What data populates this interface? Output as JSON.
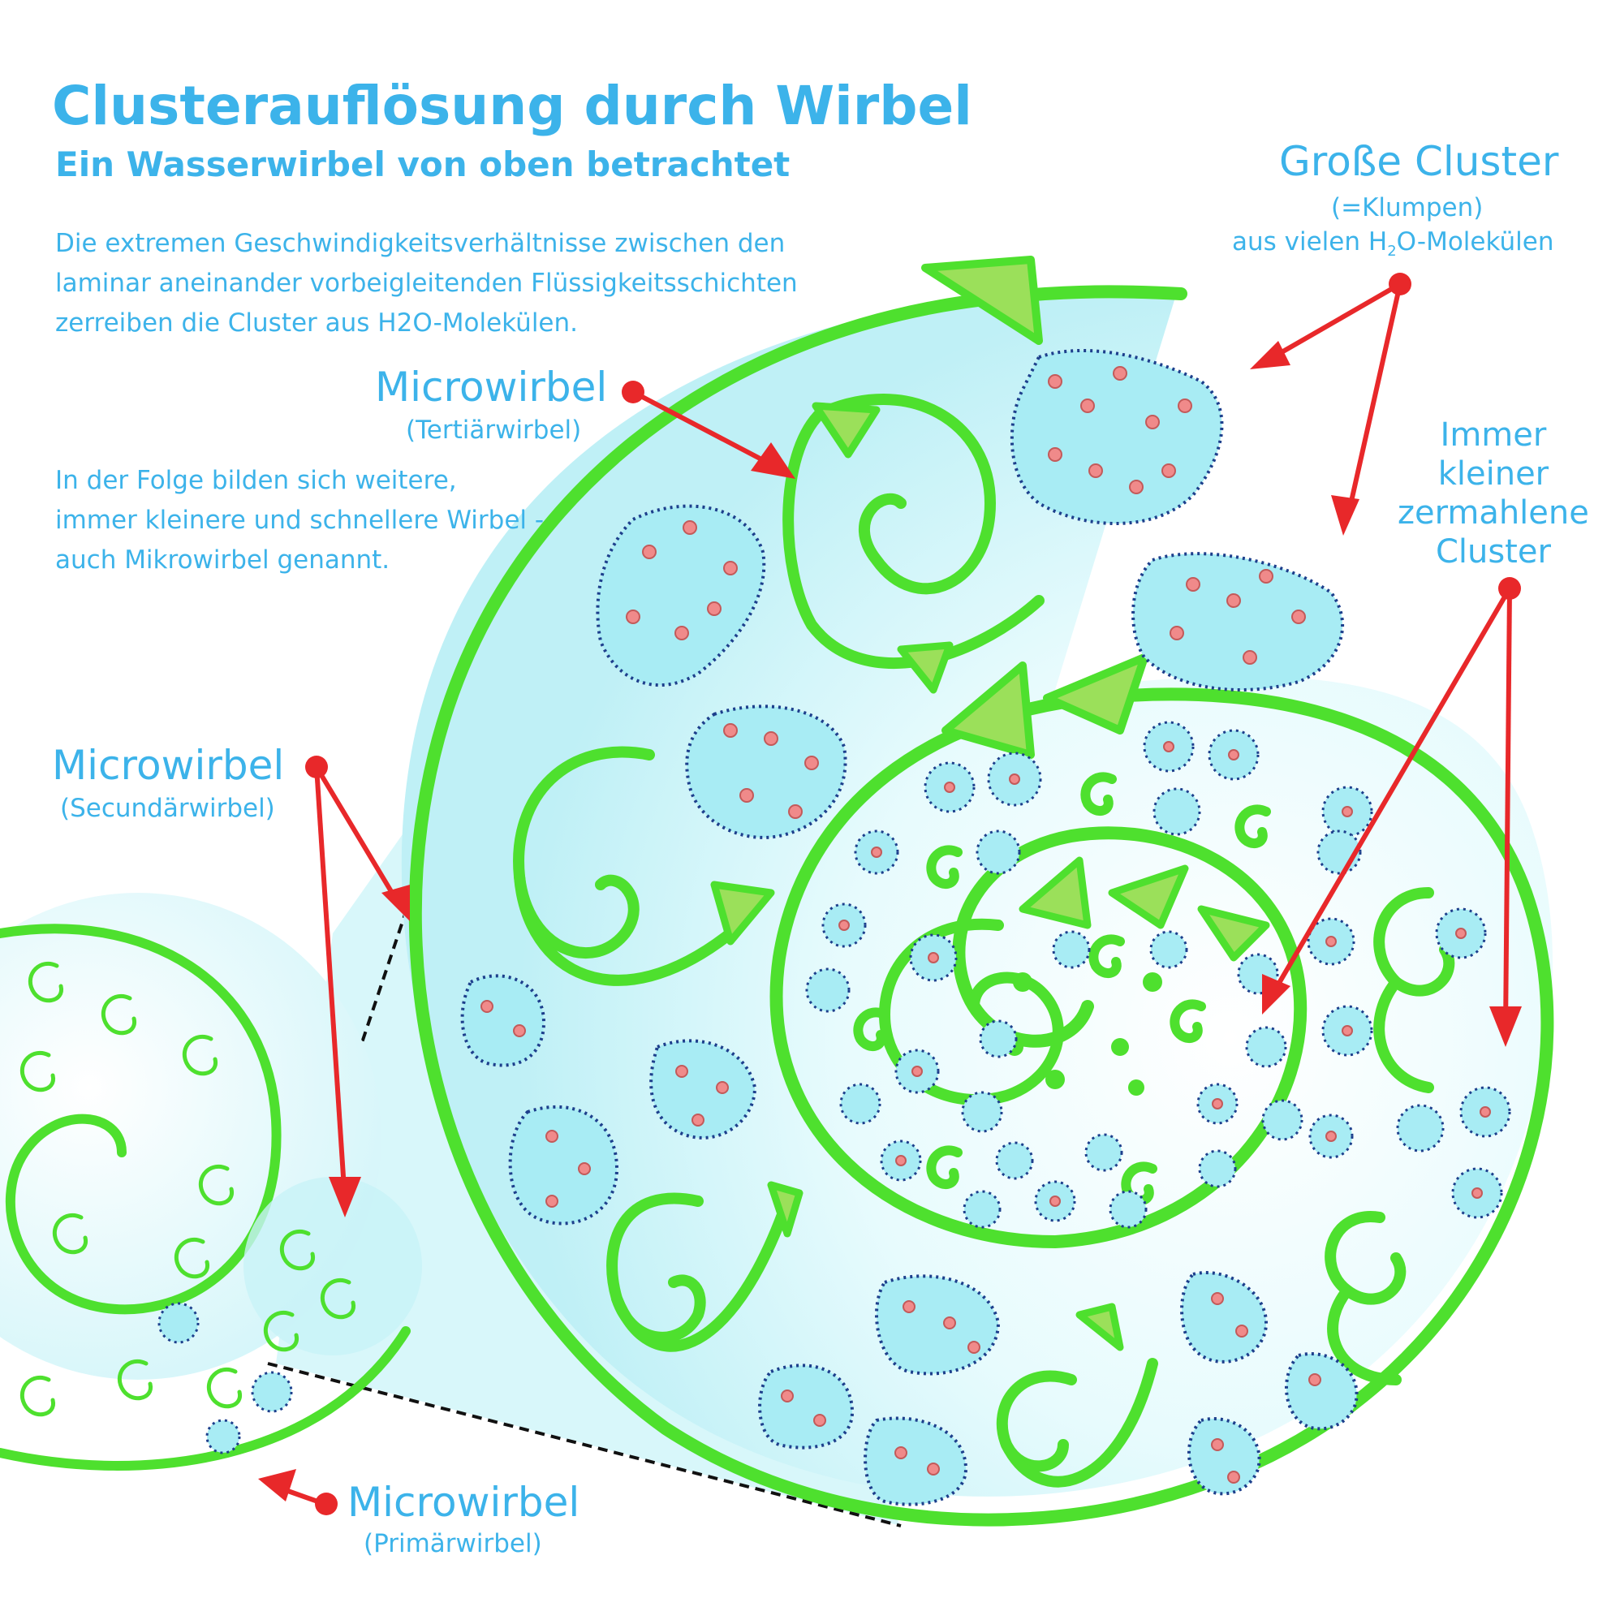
{
  "title": "Clusterauflösung durch Wirbel",
  "subtitle": "Ein Wasserwirbel von oben betrachtet",
  "paragraph1": [
    "Die extremen Geschwindigkeitsverhältnisse zwischen den",
    "laminar aneinander vorbeigleitenden Flüssigkeitsschichten",
    "zerreiben die Cluster aus H2O-Molekülen."
  ],
  "paragraph2": [
    "In der Folge bilden sich weitere,",
    "immer kleinere und schnellere Wirbel -",
    "auch Mikrowirbel genannt."
  ],
  "labels": {
    "tertiary": {
      "name": "Microwirbel",
      "sub": "(Tertiärwirbel)"
    },
    "secondary": {
      "name": "Microwirbel",
      "sub": "(Secundärwirbel)"
    },
    "primary": {
      "name": "Microwirbel",
      "sub": "(Primärwirbel)"
    },
    "large_clusters": {
      "name": "Große Cluster",
      "sub1": "(=Klumpen)",
      "sub2_pre": "aus vielen H",
      "sub2_subscript": "2",
      "sub2_post": "O-Molekülen"
    },
    "small_clusters": [
      "Immer",
      "kleiner",
      "zermahlene",
      "Cluster"
    ]
  },
  "colors": {
    "text": "#3cb3ea",
    "vortex": "#4ee02e",
    "arrow_fill": "#9be05a",
    "pointer": "#e8282a",
    "cluster_fill": "#a8ecf4",
    "cluster_border": "#1d3f8c",
    "molecule": "#f08a8a",
    "water_tint": "#c4f2f8"
  }
}
